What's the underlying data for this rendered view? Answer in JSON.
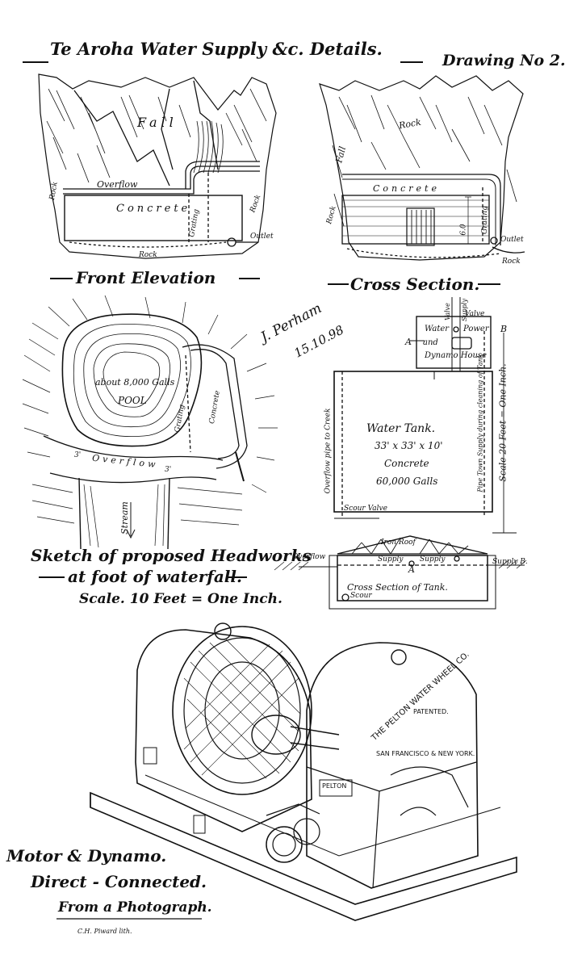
{
  "title": "Te Aroha Water Supply &c. Details.",
  "drawing_number": "Drawing No 2.",
  "front_elevation": {
    "caption": "Front Elevation",
    "labels": {
      "fall": "Fall",
      "overflow": "Overflow",
      "concrete": "Concrete",
      "grating": "Grating",
      "outlet": "Outlet",
      "rock_left": "Rock",
      "rock_bottom": "Rock",
      "rock_right": "Rock"
    }
  },
  "cross_section": {
    "caption": "Cross Section.",
    "labels": {
      "rock_top": "Rock",
      "fall": "Fall",
      "rock_left": "Rock",
      "concrete": "Concrete",
      "grating": "Grating",
      "height": "6.0",
      "outlet": "Outlet",
      "rock_bottom": "Rock"
    }
  },
  "signature": {
    "name": "J. Perham",
    "date": "15.10.98"
  },
  "headworks": {
    "pool_capacity": "about 8,000 Galls",
    "pool": "POOL",
    "grating": "Grating",
    "concrete": "Concrete",
    "overflow": "Overflow",
    "dim_left": "3'",
    "dim_right": "3'",
    "stream": "Stream",
    "caption_line1": "Sketch of proposed Headworks",
    "caption_line2": "at foot of waterfall.",
    "scale": "Scale. 10 Feet = One Inch."
  },
  "tank_plan": {
    "valve_left": "Valve",
    "supply": "Supply",
    "valve_right": "Valve",
    "house_line1_a": "Water",
    "house_line1_b": "Power",
    "house_line2_a": "and",
    "house_line2_b": "Dynamo House",
    "marker_a": "A",
    "marker_b": "B",
    "tank_title": "Water Tank.",
    "tank_dims": "33' x 33' x 10'",
    "tank_material": "Concrete",
    "tank_capacity": "60,000 Galls",
    "overflow_pipe": "Overflow pipe to Creek",
    "scour_valve": "Scour Valve",
    "pipe_town": "Pipe Town Supply during cleaning of Tank",
    "scale": "Scale 20 Feet = One Inch."
  },
  "tank_section": {
    "iron_roof": "Iron Roof",
    "overflow": "Overflow",
    "supply_left": "Supply",
    "supply_right": "Supply",
    "marker_a": "A",
    "supply_b": "Supply B.",
    "caption": "Cross Section of Tank.",
    "scour": "Scour"
  },
  "machine": {
    "plate_line1": "THE PELTON WATER WHEEL CO.",
    "plate_patented": "PATENTED.",
    "plate_line2": "SAN FRANCISCO & NEW YORK.",
    "badge": "PELTON",
    "caption_line1": "Motor & Dynamo.",
    "caption_line2": "Direct - Connected.",
    "caption_line3": "From a Photograph.",
    "lithographer": "C.H. Piward lith."
  }
}
